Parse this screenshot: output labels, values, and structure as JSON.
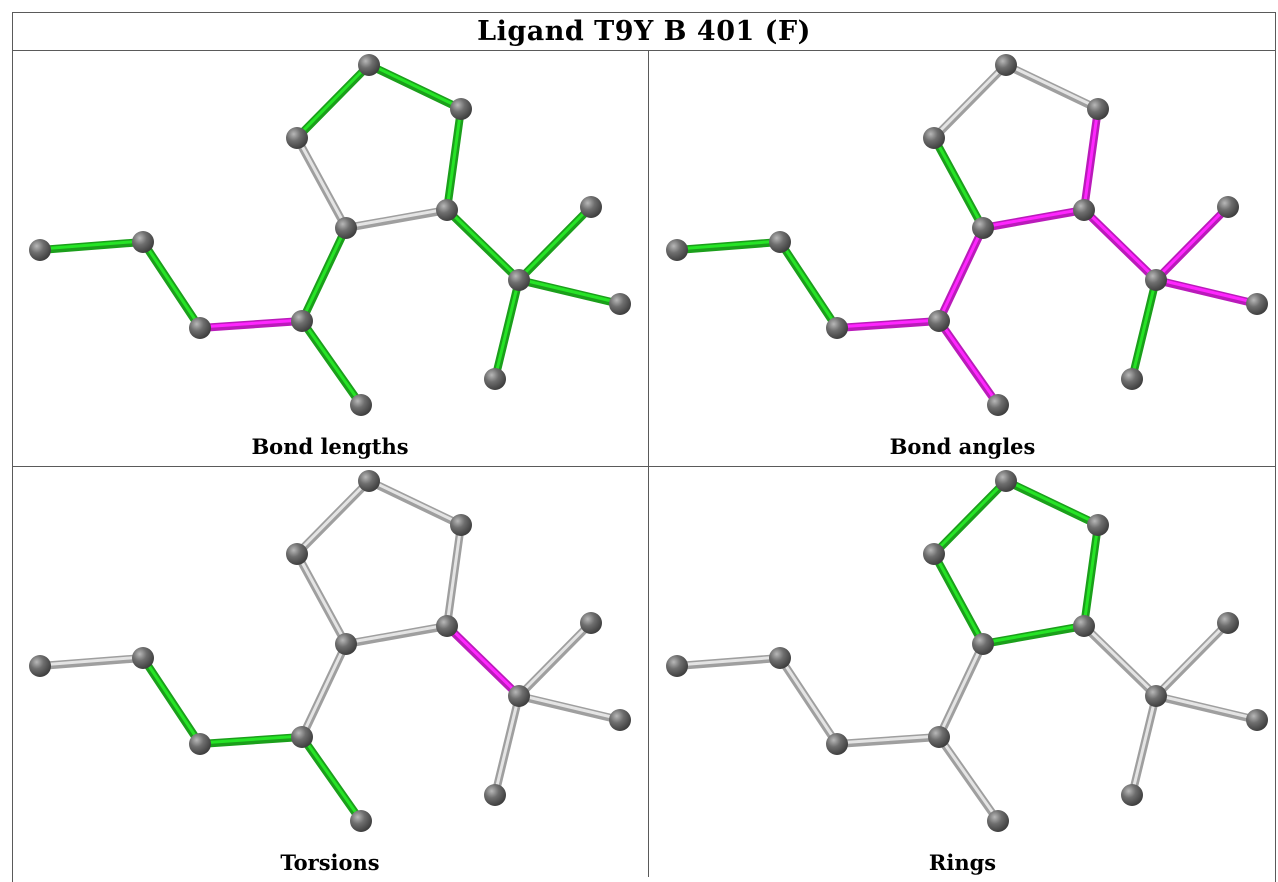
{
  "title": "Ligand T9Y B 401 (F)",
  "colors": {
    "gray_bond": "#cccccc",
    "green_bond": "#22cc22",
    "magenta_bond": "#ee22ee",
    "atom": "#6e6e6e"
  },
  "panels": [
    {
      "caption": "Bond lengths",
      "bond_colors": [
        "green",
        "green",
        "magenta",
        "green",
        "green",
        "gray",
        "green",
        "green",
        "green",
        "gray",
        "green",
        "green",
        "green",
        "green"
      ]
    },
    {
      "caption": "Bond angles",
      "bond_colors": [
        "green",
        "green",
        "magenta",
        "magenta",
        "magenta",
        "green",
        "gray",
        "gray",
        "magenta",
        "magenta",
        "magenta",
        "magenta",
        "magenta",
        "green"
      ]
    },
    {
      "caption": "Torsions",
      "bond_colors": [
        "gray",
        "green",
        "green",
        "green",
        "gray",
        "gray",
        "gray",
        "gray",
        "gray",
        "gray",
        "magenta",
        "gray",
        "gray",
        "gray"
      ]
    },
    {
      "caption": "Rings",
      "bond_colors": [
        "gray",
        "gray",
        "gray",
        "gray",
        "gray",
        "green",
        "green",
        "green",
        "green",
        "green",
        "gray",
        "gray",
        "gray",
        "gray"
      ]
    }
  ]
}
